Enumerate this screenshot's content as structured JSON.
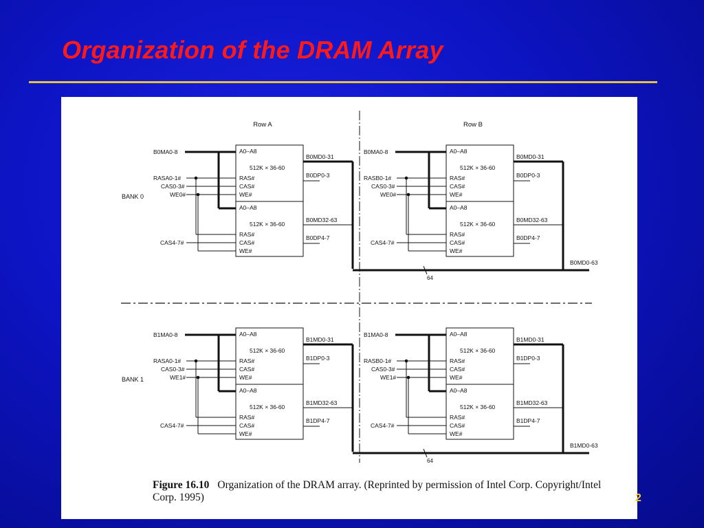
{
  "slide": {
    "title": "Organization of the DRAM Array",
    "page_number": "2",
    "colors": {
      "background": "#0d14c4",
      "title": "#ff1a1a",
      "rule": "#e8c23a",
      "page_number": "#ffd21a"
    }
  },
  "figure": {
    "row_labels": [
      "Row A",
      "Row B"
    ],
    "bank_labels": [
      "BANK 0",
      "BANK 1"
    ],
    "chip_pins": [
      "A0–A8",
      "RAS#",
      "CAS#",
      "WE#"
    ],
    "chip_capacity": "512K × 36-60",
    "bus_width": "64",
    "banks": [
      {
        "address": "B0MA0-8",
        "we": "WE0#",
        "cas_upper": "CAS4-7#",
        "bus": "B0MD0-63",
        "ras": [
          "RASA0-1#",
          "RASB0-1#"
        ],
        "cas_lower": [
          "CAS0-3#",
          "CAS0-3#"
        ],
        "outputs": [
          "B0MD0-31",
          "B0DP0-3",
          "B0MD32-63",
          "B0DP4-7"
        ]
      },
      {
        "address": "B1MA0-8",
        "we": "WE1#",
        "cas_upper": "CAS4-7#",
        "bus": "B1MD0-63",
        "ras": [
          "RASA0-1#",
          "RASB0-1#"
        ],
        "cas_lower": [
          "CAS0-3#",
          "CAS0-3#"
        ],
        "outputs": [
          "B1MD0-31",
          "B1DP0-3",
          "B1MD32-63",
          "B1DP4-7"
        ]
      }
    ],
    "caption_label": "Figure 16.10",
    "caption_text": "Organization of the DRAM array. (Reprinted by permission of Intel Corp. Copyright/Intel Corp. 1995)"
  }
}
